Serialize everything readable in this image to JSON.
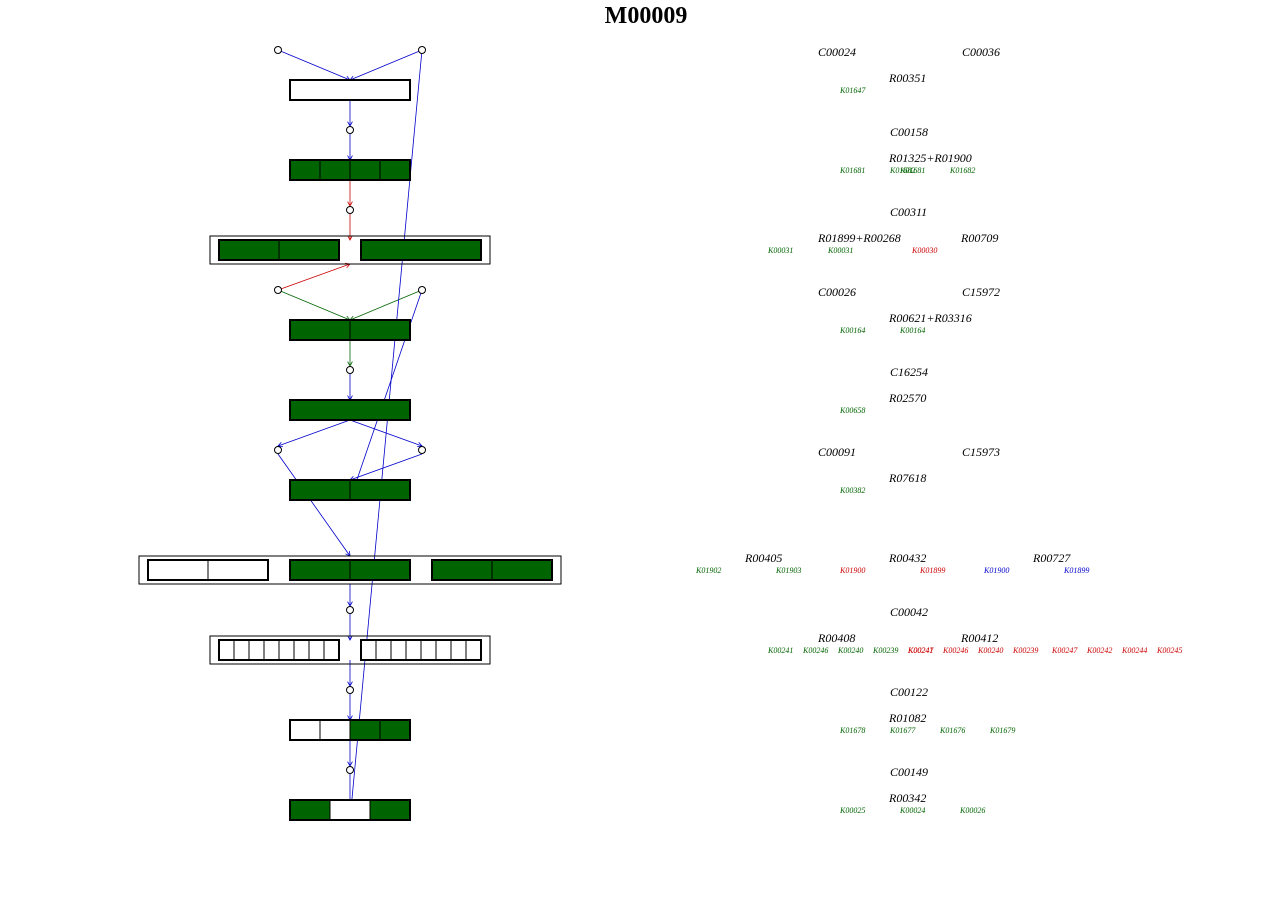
{
  "title": "M00009",
  "colors": {
    "filled": "#006400",
    "empty": "#ffffff",
    "edge_blue": "#0000cc",
    "edge_red": "#cc0000",
    "edge_green": "#006400",
    "ko_green": "#006400",
    "ko_red": "#cc0000",
    "ko_blue": "#0000cc"
  },
  "steps": [
    {
      "compounds": [
        "C00024",
        "C00036"
      ],
      "reactions": [
        {
          "id": "R00351",
          "kos": [
            {
              "id": "K01647",
              "color": "green"
            }
          ]
        }
      ]
    },
    {
      "compounds": [
        "C00158"
      ],
      "reactions": [
        {
          "id": "R01325+R01900",
          "kos": [
            {
              "id": "K01681",
              "color": "green"
            },
            {
              "id": "K01682",
              "color": "green"
            },
            {
              "id": "K01681",
              "color": "green"
            },
            {
              "id": "K01682",
              "color": "green"
            }
          ]
        }
      ]
    },
    {
      "compounds": [
        "C00311"
      ],
      "reactions": [
        {
          "id": "R01899+R00268",
          "kos": [
            {
              "id": "K00031",
              "color": "green"
            },
            {
              "id": "K00031",
              "color": "green"
            }
          ]
        },
        {
          "id": "R00709",
          "kos": [
            {
              "id": "K00030",
              "color": "red"
            }
          ]
        }
      ]
    },
    {
      "compounds": [
        "C00026",
        "C15972"
      ],
      "reactions": [
        {
          "id": "R00621+R03316",
          "kos": [
            {
              "id": "K00164",
              "color": "green"
            },
            {
              "id": "K00164",
              "color": "green"
            }
          ]
        }
      ]
    },
    {
      "compounds": [
        "C16254"
      ],
      "reactions": [
        {
          "id": "R02570",
          "kos": [
            {
              "id": "K00658",
              "color": "green"
            }
          ]
        }
      ]
    },
    {
      "compounds": [
        "C00091",
        "C15973"
      ],
      "reactions": [
        {
          "id": "R07618",
          "kos": [
            {
              "id": "K00382",
              "color": "green"
            }
          ]
        }
      ]
    },
    {
      "compounds": [],
      "reactions": [
        {
          "id": "R00405",
          "kos": [
            {
              "id": "K01902",
              "color": "green"
            },
            {
              "id": "K01903",
              "color": "green"
            }
          ]
        },
        {
          "id": "R00432",
          "kos": [
            {
              "id": "K01900",
              "color": "red"
            },
            {
              "id": "K01899",
              "color": "red"
            }
          ]
        },
        {
          "id": "R00727",
          "kos": [
            {
              "id": "K01900",
              "color": "blue"
            },
            {
              "id": "K01899",
              "color": "blue"
            }
          ]
        }
      ]
    },
    {
      "compounds": [
        "C00042"
      ],
      "reactions": [
        {
          "id": "R00408",
          "kos": [
            {
              "id": "K00241",
              "color": "green"
            },
            {
              "id": "K00246",
              "color": "green"
            },
            {
              "id": "K00240",
              "color": "green"
            },
            {
              "id": "K00239",
              "color": "green"
            },
            {
              "id": "K00247",
              "color": "red"
            }
          ]
        },
        {
          "id": "R00412",
          "kos": [
            {
              "id": "K00241",
              "color": "red"
            },
            {
              "id": "K00246",
              "color": "red"
            },
            {
              "id": "K00240",
              "color": "red"
            },
            {
              "id": "K00239",
              "color": "red"
            },
            {
              "id": "K00247",
              "color": "red"
            },
            {
              "id": "K00242",
              "color": "red"
            },
            {
              "id": "K00244",
              "color": "red"
            },
            {
              "id": "K00245",
              "color": "red"
            }
          ]
        }
      ]
    },
    {
      "compounds": [
        "C00122"
      ],
      "reactions": [
        {
          "id": "R01082",
          "kos": [
            {
              "id": "K01678",
              "color": "green"
            },
            {
              "id": "K01677",
              "color": "green"
            },
            {
              "id": "K01676",
              "color": "green"
            },
            {
              "id": "K01679",
              "color": "green"
            }
          ]
        }
      ]
    },
    {
      "compounds": [
        "C00149"
      ],
      "reactions": [
        {
          "id": "R00342",
          "kos": [
            {
              "id": "K00025",
              "color": "green"
            },
            {
              "id": "K00024",
              "color": "green"
            },
            {
              "id": "K00026",
              "color": "green"
            }
          ]
        }
      ]
    }
  ],
  "boxes": [
    [
      {
        "cells": [
          0
        ]
      }
    ],
    [
      {
        "cells": [
          1,
          1,
          1,
          1
        ]
      }
    ],
    [
      {
        "cells": [
          1,
          1
        ]
      },
      {
        "cells": [
          1
        ]
      }
    ],
    [
      {
        "cells": [
          1,
          1
        ]
      }
    ],
    [
      {
        "cells": [
          1
        ]
      }
    ],
    [
      {
        "cells": [
          1,
          1
        ]
      }
    ],
    [
      {
        "cells": [
          0,
          0
        ]
      },
      {
        "cells": [
          1,
          1
        ]
      },
      {
        "cells": [
          1,
          1
        ]
      }
    ],
    [
      {
        "cells": [
          0,
          0,
          0,
          0,
          0,
          0,
          0,
          0
        ]
      },
      {
        "cells": [
          0,
          0,
          0,
          0,
          0,
          0,
          0,
          0
        ]
      }
    ],
    [
      {
        "cells": [
          0,
          0,
          1,
          1
        ]
      }
    ],
    [
      {
        "cells": [
          1,
          0,
          1
        ]
      }
    ]
  ]
}
